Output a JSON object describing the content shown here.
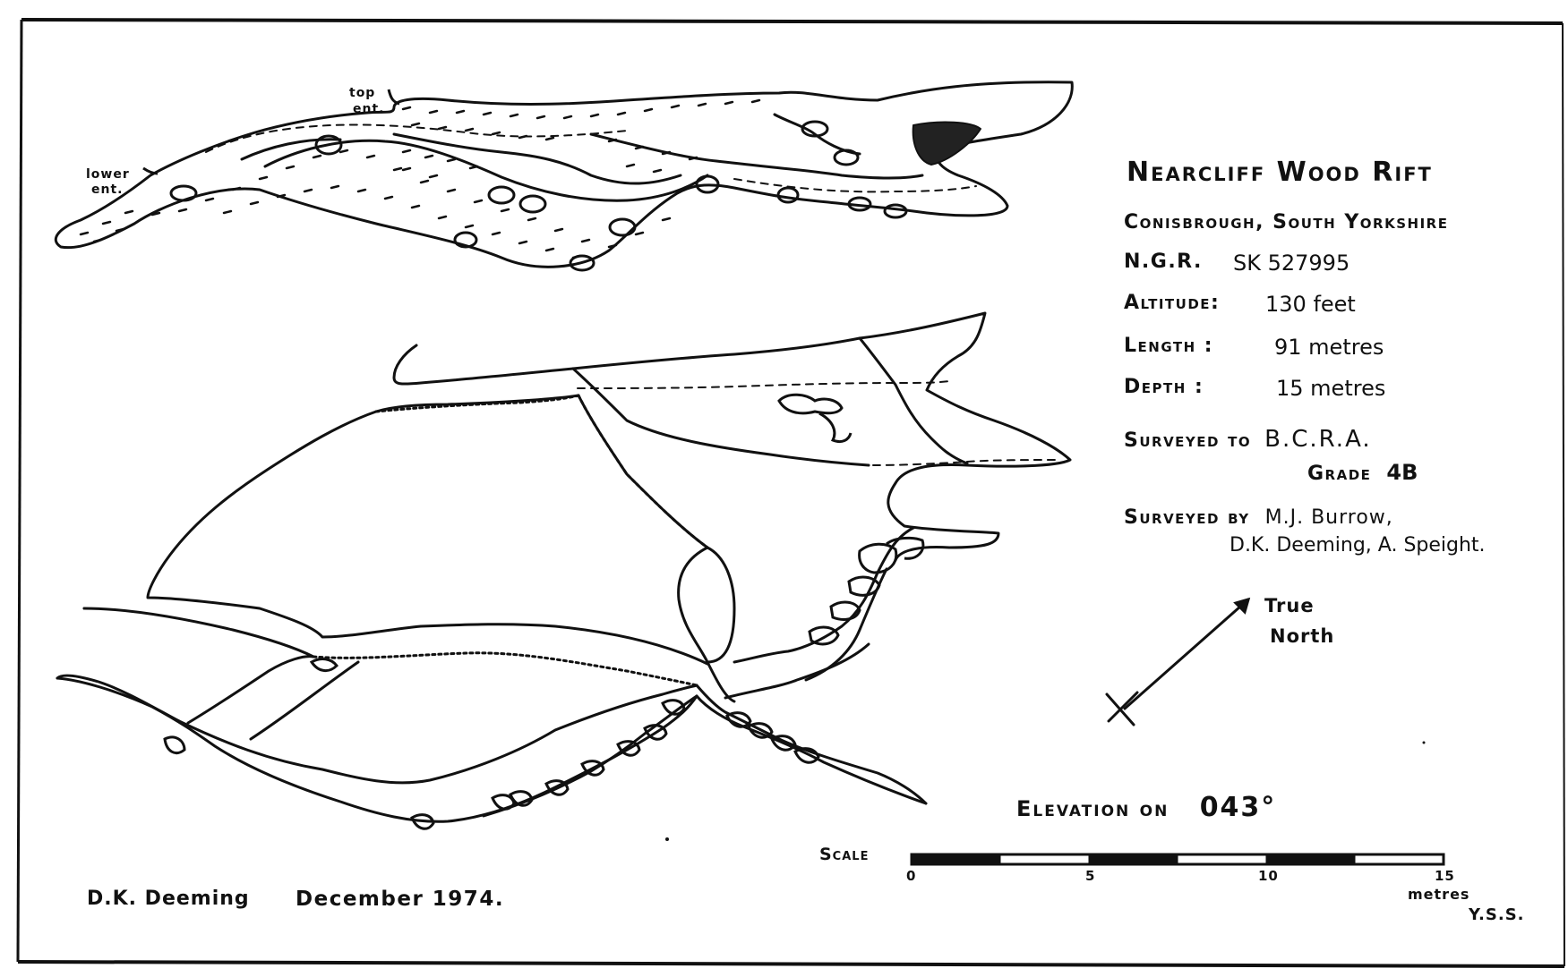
{
  "title": "Nearcliff Wood Rift",
  "location": "Conisbrough, South Yorkshire",
  "info": [
    {
      "key": "N.G.R.",
      "value": "SK 527995"
    },
    {
      "key": "Altitude:",
      "value": "130 feet"
    },
    {
      "key": "Length :",
      "value": "91 metres"
    },
    {
      "key": "Depth :",
      "value": "15 metres"
    }
  ],
  "survey": {
    "prefix": "Surveyed to",
    "standard": "B.C.R.A.",
    "grade_label": "Grade",
    "grade": "4B"
  },
  "surveyors": {
    "prefix": "Surveyed by",
    "line1": "M.J. Burrow,",
    "line2": "D.K. Deeming, A. Speight."
  },
  "north_arrow": {
    "line1": "True",
    "line2": "North"
  },
  "elevation": {
    "label": "Elevation on",
    "bearing": "043°"
  },
  "scale": {
    "label": "Scale",
    "ticks": [
      "0",
      "5",
      "10",
      "15"
    ],
    "tick_values": [
      0,
      5,
      10,
      15
    ],
    "unit": "metres"
  },
  "plan_labels": {
    "top_entrance": [
      "top",
      "ent."
    ],
    "lower_entrance": [
      "lower",
      "ent."
    ]
  },
  "author": "D.K. Deeming",
  "date": "December 1974.",
  "credit": "Y.S.S.",
  "colors": {
    "ink": "#111111",
    "paper": "#ffffff"
  }
}
